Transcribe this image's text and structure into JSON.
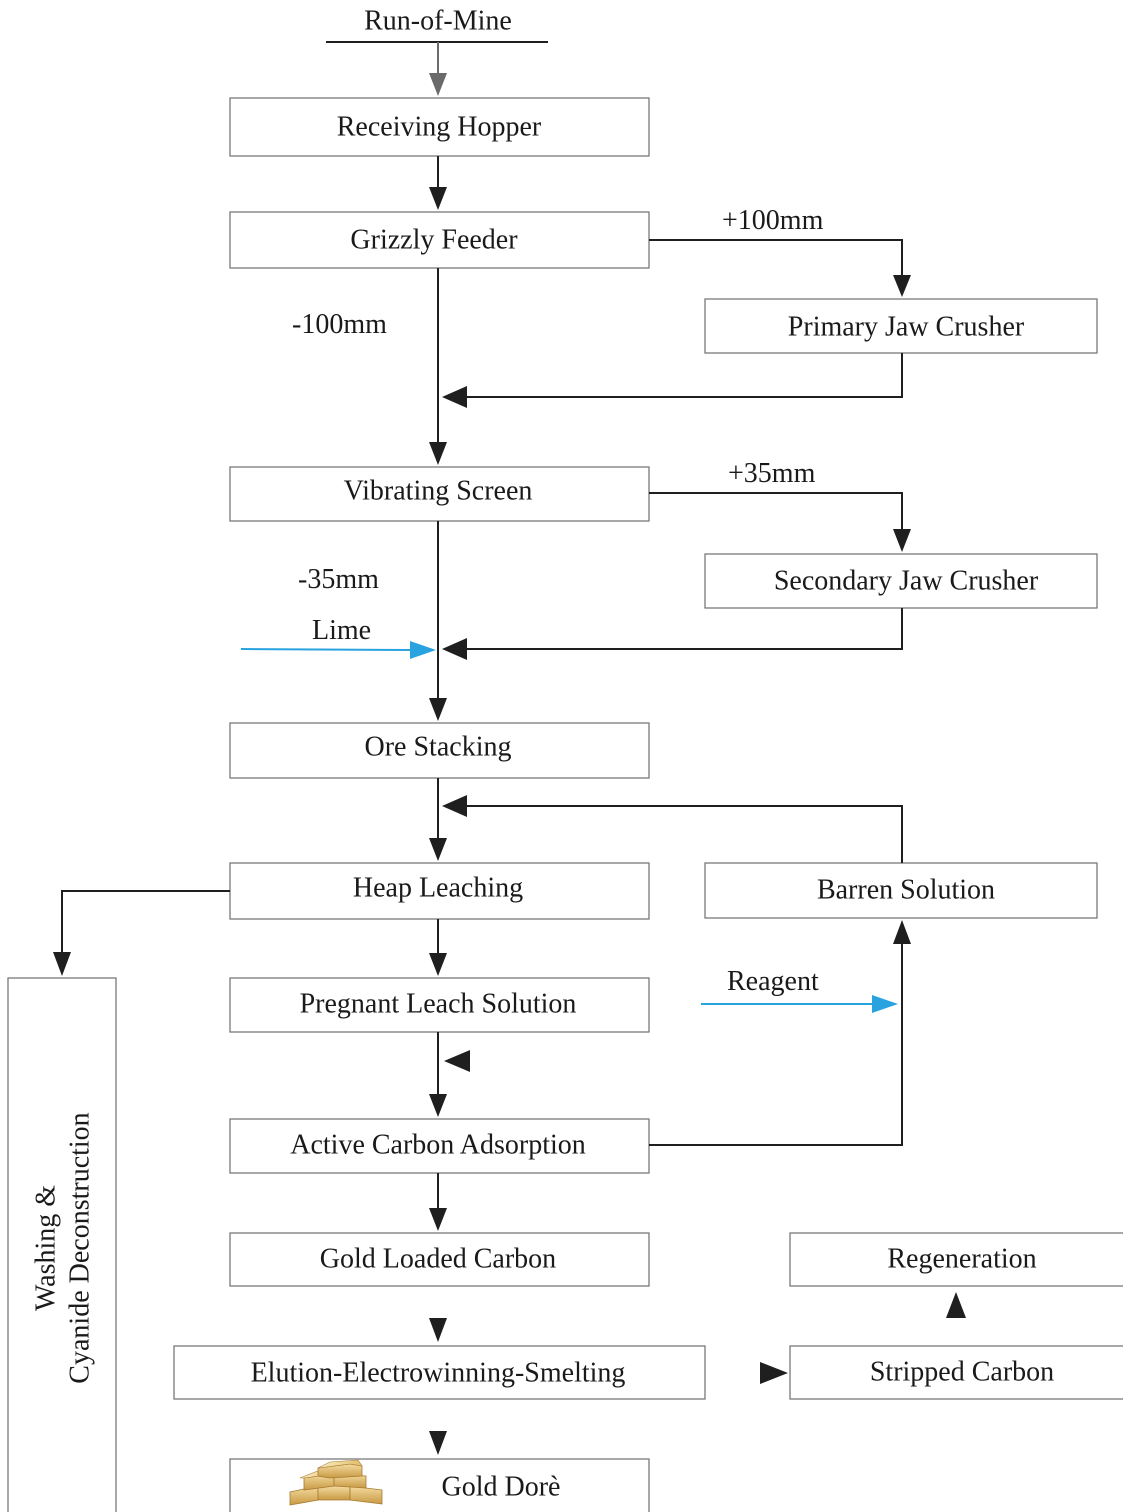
{
  "source_label": "Run-of-Mine",
  "nodes": {
    "receiving_hopper": "Receiving Hopper",
    "grizzly_feeder": "Grizzly Feeder",
    "primary_jaw_crusher": "Primary Jaw Crusher",
    "vibrating_screen": "Vibrating Screen",
    "secondary_jaw_crusher": "Secondary Jaw Crusher",
    "ore_stacking": "Ore Stacking",
    "heap_leaching": "Heap Leaching",
    "barren_solution": "Barren Solution",
    "pregnant_leach_solution": "Pregnant Leach Solution",
    "active_carbon_adsorption": "Active Carbon Adsorption",
    "gold_loaded_carbon": "Gold Loaded Carbon",
    "regeneration": "Regeneration",
    "elution": "Elution-Electrowinning-Smelting",
    "stripped_carbon": "Stripped Carbon",
    "gold_dore": "Gold Dorè",
    "washing_line1": "Washing &",
    "washing_line2": "Cyanide Deconstruction"
  },
  "edge_labels": {
    "plus_100mm": "+100mm",
    "minus_100mm": "-100mm",
    "plus_35mm": "+35mm",
    "minus_35mm": "-35mm",
    "lime": "Lime",
    "reagent": "Reagent"
  },
  "colors": {
    "flow": "#1f1f1f",
    "reagent_flow": "#29a3df",
    "source_flow": "#6a6a6a",
    "box_border": "#6f6f6f",
    "gold": "#d9b25e"
  },
  "icons": {
    "gold_bars": "gold-bars-icon"
  }
}
